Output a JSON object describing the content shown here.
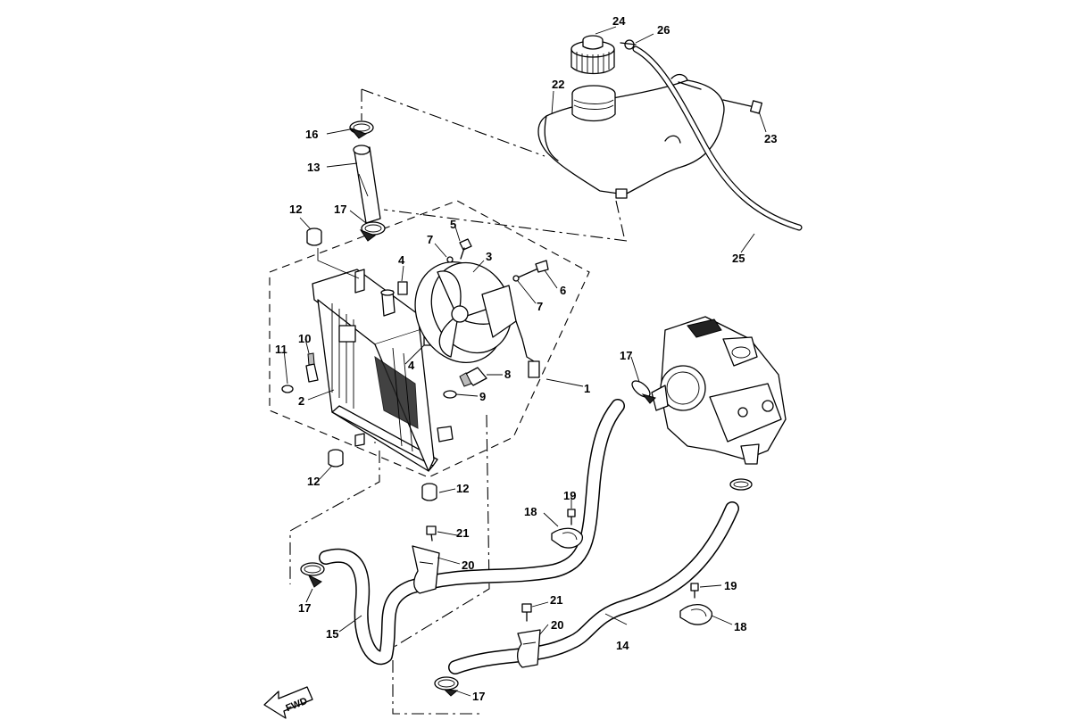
{
  "diagram": {
    "callouts": {
      "c1": "1",
      "c2": "2",
      "c3": "3",
      "c4a": "4",
      "c4b": "4",
      "c5": "5",
      "c6": "6",
      "c7a": "7",
      "c7b": "7",
      "c8": "8",
      "c9": "9",
      "c10": "10",
      "c11": "11",
      "c12a": "12",
      "c12b": "12",
      "c12c": "12",
      "c13": "13",
      "c14": "14",
      "c15": "15",
      "c16": "16",
      "c17a": "17",
      "c17b": "17",
      "c17c": "17",
      "c17d": "17",
      "c18a": "18",
      "c18b": "18",
      "c19a": "19",
      "c19b": "19",
      "c20a": "20",
      "c20b": "20",
      "c21a": "21",
      "c21b": "21",
      "c22": "22",
      "c23": "23",
      "c24": "24",
      "c25": "25",
      "c26": "26"
    },
    "fwd_label": "FWD"
  }
}
